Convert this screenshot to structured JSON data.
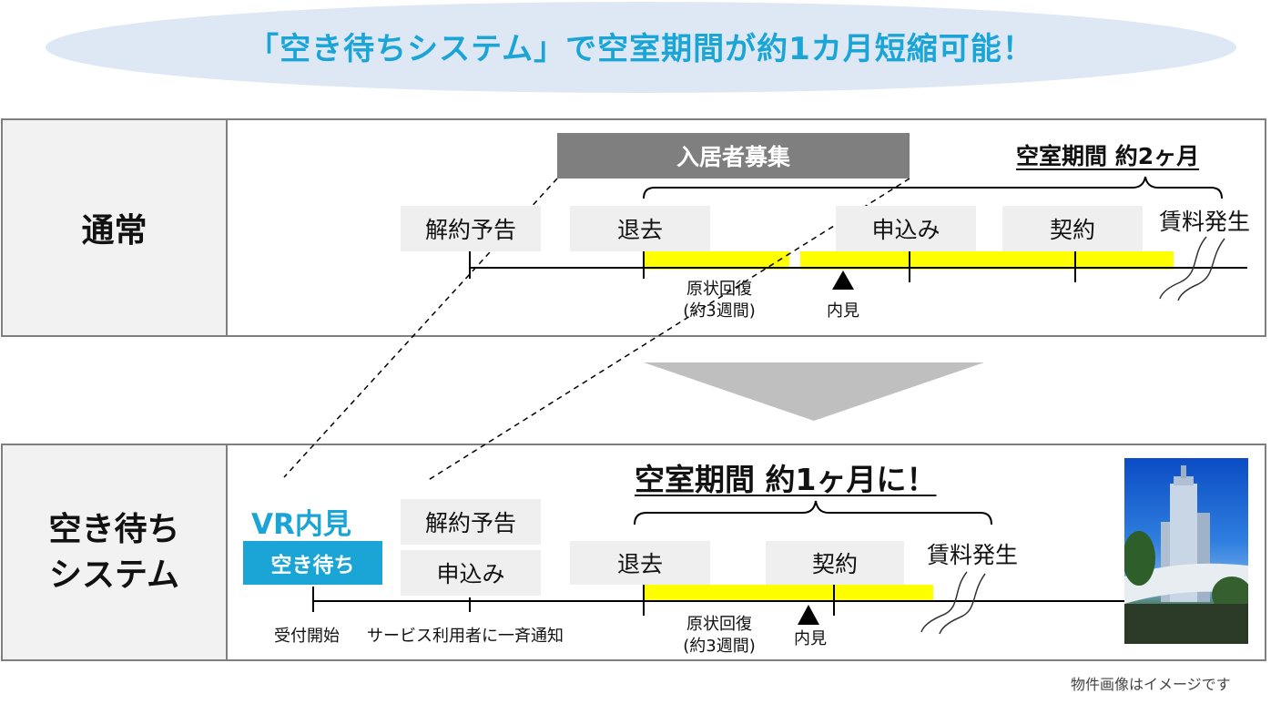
{
  "headline": "「空き待ちシステム」で空室期間が約1カ月短縮可能！",
  "normal": {
    "label": "通常",
    "recruit_label": "入居者募集",
    "vacancy_label": "空室期間 約2ヶ月",
    "boxes": {
      "notice": "解約予告",
      "moveout": "退去",
      "apply": "申込み",
      "contract": "契約"
    },
    "rent_start": "賃料発生",
    "restore_line1": "原状回復",
    "restore_line2": "(約3週間)",
    "viewing": "内見"
  },
  "system": {
    "label_line1": "空き待ち",
    "label_line2": "システム",
    "vacancy_label": "空室期間 約1ヶ月に！",
    "vr_logo": "VR内見",
    "badge": "空き待ち",
    "boxes": {
      "notice": "解約予告",
      "apply": "申込み",
      "moveout": "退去",
      "contract": "契約"
    },
    "rent_start": "賃料発生",
    "reception_start": "受付開始",
    "notify": "サービス利用者に一斉通知",
    "restore_line1": "原状回復",
    "restore_line2": "(約3週間)",
    "viewing": "内見"
  },
  "footnote": "物件画像はイメージです",
  "colors": {
    "accent": "#1aa5d6",
    "highlight": "#ffff00",
    "box_gray": "#efefef",
    "dark_gray": "#7f7f7f",
    "arrow_gray": "#bfbfbf"
  }
}
